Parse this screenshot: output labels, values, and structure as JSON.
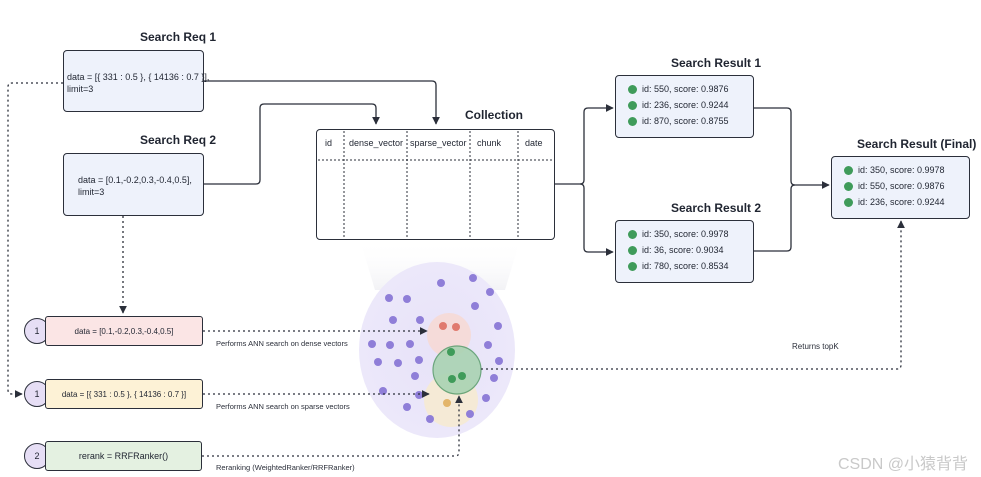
{
  "search_req_1": {
    "title": "Search Req 1",
    "line1": "data = [{ 331 : 0.5 }, { 14136 : 0.7 }],",
    "line2": "limit=3"
  },
  "search_req_2": {
    "title": "Search Req 2",
    "line1": "data = [0.1,-0.2,0.3,-0.4,0.5],",
    "line2": "limit=3"
  },
  "collection": {
    "title": "Collection",
    "columns": [
      "id",
      "dense_vector",
      "sparse_vector",
      "chunk",
      "date"
    ]
  },
  "search_result_1": {
    "title": "Search Result 1",
    "rows": [
      "id: 550, score: 0.9876",
      "id: 236, score: 0.9244",
      "id: 870, score: 0.8755"
    ]
  },
  "search_result_2": {
    "title": "Search Result 2",
    "rows": [
      "id: 350, score: 0.9978",
      "id: 36, score: 0.9034",
      "id: 780, score: 0.8534"
    ]
  },
  "search_result_final": {
    "title": "Search Result (Final)",
    "rows": [
      "id: 350, score: 0.9978",
      "id: 550, score: 0.9876",
      "id: 236, score: 0.9244"
    ]
  },
  "steps": {
    "dense": {
      "number": "1",
      "text": "data = [0.1,-0.2,0.3,-0.4,0.5]",
      "caption": "Performs ANN search on dense vectors"
    },
    "sparse": {
      "number": "1",
      "text": "data = [{ 331 : 0.5 }, { 14136 : 0.7 }]",
      "caption": "Performs ANN search on sparse vectors"
    },
    "rerank": {
      "number": "2",
      "text": "rerank = RRFRanker()",
      "caption": "Reranking (WeightedRanker/RRFRanker)"
    }
  },
  "returns_label": "Returns topK",
  "watermark": "CSDN @小猿背背",
  "colors": {
    "box_fill": "#eef2fb",
    "stroke": "#2b2f3a",
    "result_dot": "#3f9b5a",
    "point": "#8f7ed8",
    "dense_step": "#fbe5e5",
    "sparse_step": "#fdf2d6",
    "rerank_step": "#e4f1e1",
    "step_circle": "#e6def5"
  }
}
